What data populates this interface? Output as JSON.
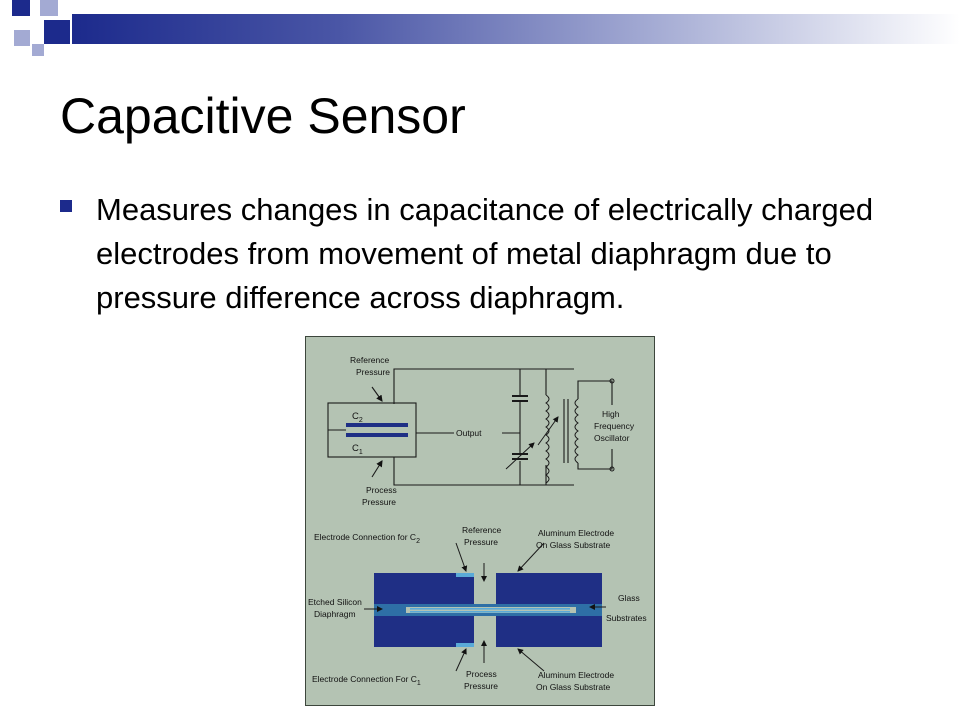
{
  "slide": {
    "title": "Capacitive Sensor",
    "bullets": [
      "Measures changes in capacitance of electrically charged electrodes from movement of metal diaphragm due to pressure difference across diaphragm."
    ]
  },
  "figure": {
    "circuit": {
      "reference_pressure": [
        "Reference",
        "Pressure"
      ],
      "c2": "C",
      "c2_sub": "2",
      "c1": "C",
      "c1_sub": "1",
      "output": "Output",
      "process_pressure": [
        "Process",
        "Pressure"
      ],
      "oscillator": [
        "High",
        "Frequency",
        "Oscillator"
      ]
    },
    "cross_section": {
      "electrode_connection_c2": "Electrode Connection for C",
      "electrode_connection_c2_sub": "2",
      "reference_pressure": [
        "Reference",
        "Pressure"
      ],
      "aluminum_electrode_top": [
        "Aluminum Electrode",
        "On Glass Substrate"
      ],
      "etched_silicon_diaphragm": [
        "Etched Silicon",
        "Diaphragm"
      ],
      "glass_substrates": [
        "Glass",
        "Substrates"
      ],
      "electrode_connection_c1": "Electrode Connection For C",
      "electrode_connection_c1_sub": "1",
      "process_pressure": [
        "Process",
        "Pressure"
      ],
      "aluminum_electrode_bottom": [
        "Aluminum Electrode",
        "On Glass Substrate"
      ]
    },
    "colors": {
      "background": "#b4c3b3",
      "glass": "#1f2f85",
      "diaphragm": "#2e6fa6",
      "electrode": "#5aaad8"
    }
  },
  "theme": {
    "accent": "#1c2a8c"
  }
}
